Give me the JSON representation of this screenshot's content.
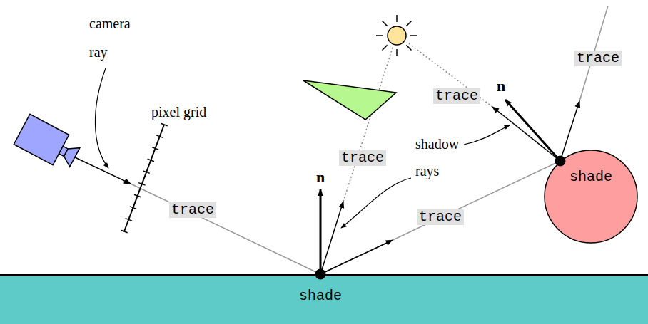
{
  "diagram": {
    "nodes": [
      {
        "text": [
          "shade"
        ]
      },
      {
        "text": [
          "shade"
        ]
      }
    ],
    "edges": [
      {
        "from": 1,
        "to": 0,
        "arrow": "to",
        "label": "trace"
      }
    ],
    "labels": [
      "camera ray",
      "pixel grid",
      "trace",
      "trace",
      "trace",
      "trace",
      "n",
      "n",
      "shadow rays"
    ]
  }
}
